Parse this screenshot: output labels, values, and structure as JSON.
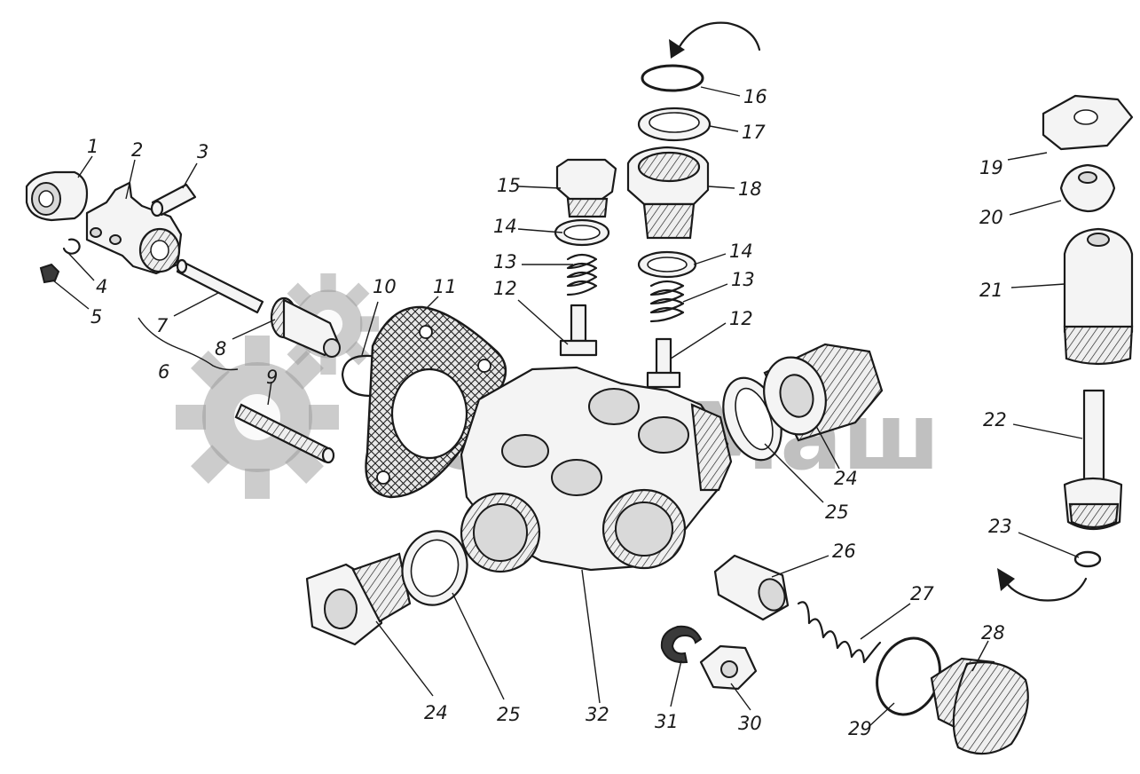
{
  "labels": {
    "p1": "1",
    "p2": "2",
    "p3": "3",
    "p4": "4",
    "p5": "5",
    "p6": "6",
    "p7": "7",
    "p8": "8",
    "p9": "9",
    "p10": "10",
    "p11": "11",
    "p12a": "12",
    "p12b": "12",
    "p13a": "13",
    "p13b": "13",
    "p14a": "14",
    "p14b": "14",
    "p15": "15",
    "p16": "16",
    "p17": "17",
    "p18": "18",
    "p19": "19",
    "p20": "20",
    "p21": "21",
    "p22": "22",
    "p23": "23",
    "p24a": "24",
    "p24b": "24",
    "p25a": "25",
    "p25b": "25",
    "p26": "26",
    "p27": "27",
    "p28": "28",
    "p29": "29",
    "p30": "30",
    "p31": "31",
    "p32": "32"
  },
  "watermark": {
    "text": "СпецМаш",
    "icon": "gear-icon"
  },
  "colors": {
    "ink": "#1a1a1a",
    "watermark": "#9a9a9a",
    "background": "#ffffff"
  }
}
